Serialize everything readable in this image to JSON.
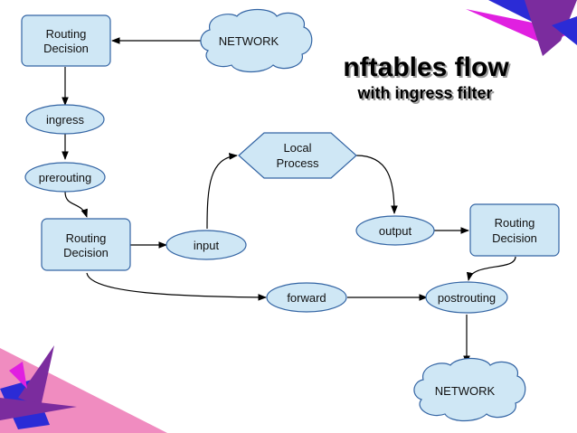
{
  "title": {
    "main": "nftables flow",
    "sub": "with ingress filter"
  },
  "nodes": {
    "network_in": "NETWORK",
    "routing_top": [
      "Routing",
      "Decision"
    ],
    "ingress": "ingress",
    "prerouting": "prerouting",
    "routing_mid": [
      "Routing",
      "Decision"
    ],
    "input": "input",
    "local_process": [
      "Local",
      "Process"
    ],
    "output": "output",
    "routing_right": [
      "Routing",
      "Decision"
    ],
    "forward": "forward",
    "postrouting": "postrouting",
    "network_out": "NETWORK"
  },
  "colors": {
    "node_fill": "#cfe7f5",
    "node_stroke": "#3465a4",
    "arrow": "#000000",
    "deco_pink": "#f08cc0",
    "deco_purple": "#7b2c9e",
    "deco_blue": "#2b2bd6",
    "deco_magenta": "#e020e0"
  }
}
